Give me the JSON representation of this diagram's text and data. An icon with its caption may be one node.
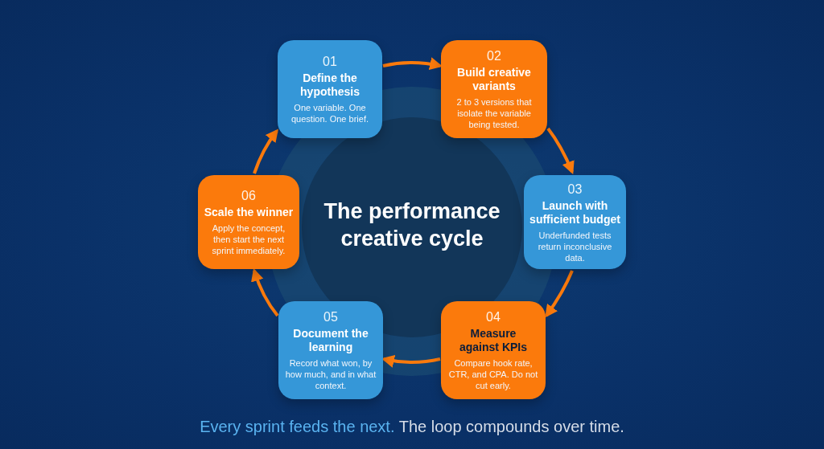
{
  "diagram": {
    "title": "The performance creative cycle",
    "nodes": [
      {
        "text": [
          "01",
          "Define the hypothesis",
          "One variable. One question. One brief."
        ]
      },
      {
        "text": [
          "02",
          "Build creative variants",
          "2 to 3 versions that isolate the variable being tested."
        ]
      },
      {
        "text": [
          "03",
          "Launch with sufficient budget",
          "Underfunded tests return inconclusive data."
        ]
      },
      {
        "text": [
          "04",
          "Measure against KPIs",
          "Compare hook rate, CTR, and CPA. Do not cut early."
        ]
      },
      {
        "text": [
          "05",
          "Document the learning",
          "Record what won, by how much, and in what context."
        ]
      },
      {
        "text": [
          "06",
          "Scale the winner",
          "Apply the concept, then start the next sprint immediately."
        ]
      }
    ],
    "edges": [
      {
        "from": 0,
        "to": 1,
        "arrow": "to"
      },
      {
        "from": 1,
        "to": 2,
        "arrow": "to"
      },
      {
        "from": 2,
        "to": 3,
        "arrow": "to"
      },
      {
        "from": 3,
        "to": 4,
        "arrow": "to"
      },
      {
        "from": 4,
        "to": 5,
        "arrow": "to"
      },
      {
        "from": 5,
        "to": 0,
        "arrow": "to"
      }
    ],
    "labels": [
      "Every sprint feeds the next.",
      "The loop compounds over time."
    ]
  }
}
